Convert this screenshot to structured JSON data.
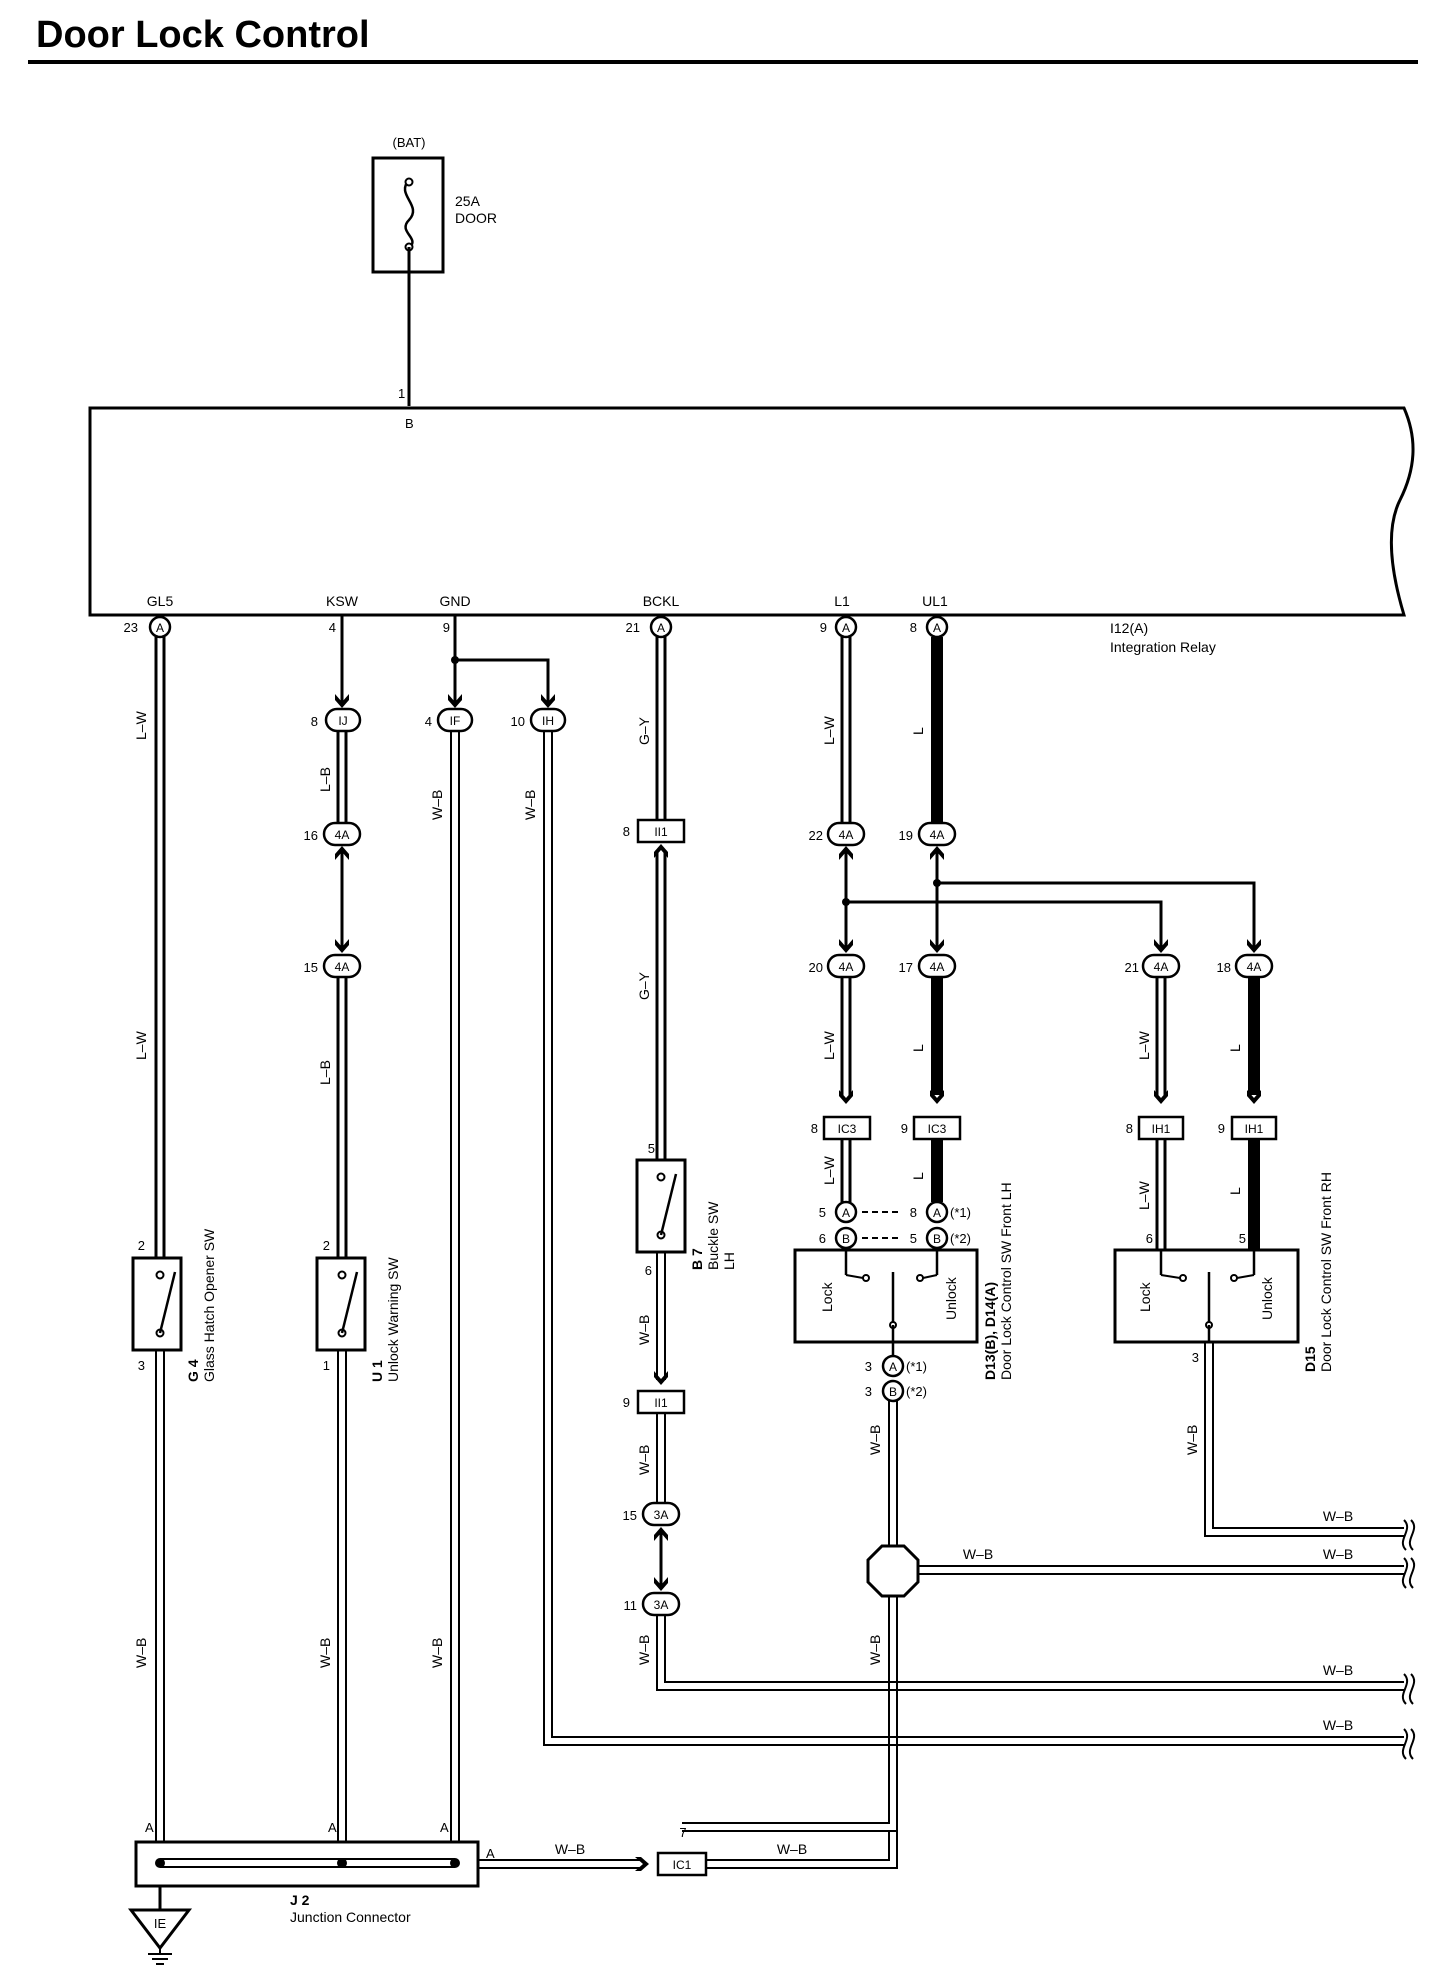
{
  "title": "Door Lock Control",
  "fuse": {
    "source": "(BAT)",
    "rating": "25A",
    "name": "DOOR"
  },
  "relay": {
    "id": "I12(A)",
    "name": "Integration Relay",
    "top_pin": "1",
    "top_terminal": "B",
    "terminals": [
      {
        "name": "GL5",
        "pin": "23",
        "conn": "A"
      },
      {
        "name": "KSW",
        "pin": "4",
        "conn": ""
      },
      {
        "name": "GND",
        "pin": "9",
        "conn": ""
      },
      {
        "name": "BCKL",
        "pin": "21",
        "conn": "A"
      },
      {
        "name": "L1",
        "pin": "9",
        "conn": "A"
      },
      {
        "name": "UL1",
        "pin": "8",
        "conn": "A"
      }
    ]
  },
  "wires": {
    "lw": "L–W",
    "lb": "L–B",
    "wb": "W–B",
    "gy": "G–Y",
    "l": "L"
  },
  "connectors": {
    "ij": {
      "pin": "8",
      "label": "IJ"
    },
    "if": {
      "pin": "4",
      "label": "IF"
    },
    "ih": {
      "pin": "10",
      "label": "IH"
    },
    "c4a16": {
      "pin": "16",
      "label": "4A"
    },
    "c4a15": {
      "pin": "15",
      "label": "4A"
    },
    "c4a22": {
      "pin": "22",
      "label": "4A"
    },
    "c4a19": {
      "pin": "19",
      "label": "4A"
    },
    "c4a20": {
      "pin": "20",
      "label": "4A"
    },
    "c4a17": {
      "pin": "17",
      "label": "4A"
    },
    "c4a21": {
      "pin": "21",
      "label": "4A"
    },
    "c4a18": {
      "pin": "18",
      "label": "4A"
    },
    "ii1a": {
      "pin": "8",
      "label": "II1"
    },
    "ii1b": {
      "pin": "9",
      "label": "II1"
    },
    "c3a15": {
      "pin": "15",
      "label": "3A"
    },
    "c3a11": {
      "pin": "11",
      "label": "3A"
    },
    "ic3a": {
      "pin": "8",
      "label": "IC3"
    },
    "ic3b": {
      "pin": "9",
      "label": "IC3"
    },
    "ih1a": {
      "pin": "8",
      "label": "IH1"
    },
    "ih1b": {
      "pin": "9",
      "label": "IH1"
    },
    "ic1": {
      "pin": "7",
      "label": "IC1"
    }
  },
  "components": {
    "g4": {
      "id": "G 4",
      "name": "Glass Hatch Opener SW",
      "pin_top": "2",
      "pin_bottom": "3"
    },
    "u1": {
      "id": "U 1",
      "name": "Unlock Warning SW",
      "pin_top": "2",
      "pin_bottom": "1"
    },
    "b7": {
      "id": "B 7",
      "name": "Buckle SW",
      "side": "LH",
      "pin_top": "5",
      "pin_bottom": "6"
    },
    "d13": {
      "id": "D13(B), D14(A)",
      "name": "Door Lock Control SW Front LH",
      "lock": "Lock",
      "unlock": "Unlock",
      "pin5": "5",
      "pin6": "6",
      "pin8": "8",
      "pin3": "3",
      "conn_a": "A",
      "conn_b": "B",
      "note1": "(*1)",
      "note2": "(*2)"
    },
    "d15": {
      "id": "D15",
      "name": "Door Lock Control SW Front RH",
      "lock": "Lock",
      "unlock": "Unlock",
      "pin6": "6",
      "pin5": "5",
      "pin3": "3"
    },
    "j2": {
      "id": "J 2",
      "name": "Junction Connector",
      "pin": "A"
    },
    "ground": {
      "label": "IE"
    }
  }
}
